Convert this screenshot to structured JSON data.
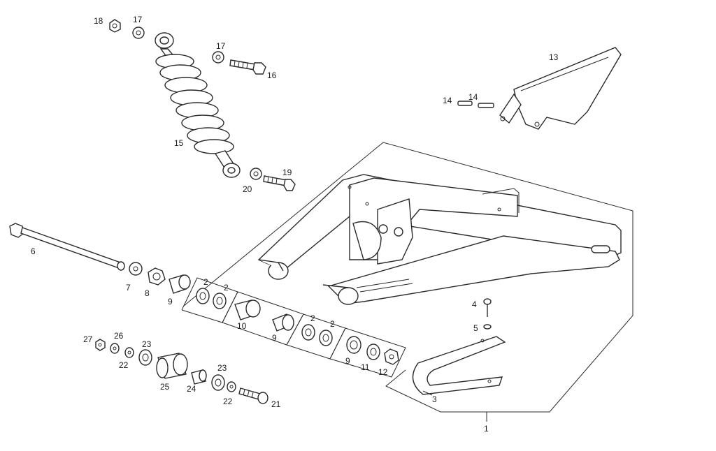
{
  "diagram": {
    "part_labels": [
      {
        "id": "p18",
        "text": "18"
      },
      {
        "id": "p17a",
        "text": "17"
      },
      {
        "id": "p17b",
        "text": "17"
      },
      {
        "id": "p16",
        "text": "16"
      },
      {
        "id": "p15",
        "text": "15"
      },
      {
        "id": "p19",
        "text": "19"
      },
      {
        "id": "p20",
        "text": "20"
      },
      {
        "id": "p13",
        "text": "13"
      },
      {
        "id": "p14a",
        "text": "14"
      },
      {
        "id": "p14b",
        "text": "14"
      },
      {
        "id": "p6",
        "text": "6"
      },
      {
        "id": "p7",
        "text": "7"
      },
      {
        "id": "p8",
        "text": "8"
      },
      {
        "id": "p9a",
        "text": "9"
      },
      {
        "id": "p2a",
        "text": "2"
      },
      {
        "id": "p2b",
        "text": "2"
      },
      {
        "id": "p10",
        "text": "10"
      },
      {
        "id": "p9b",
        "text": "9"
      },
      {
        "id": "p2c",
        "text": "2"
      },
      {
        "id": "p2d",
        "text": "2"
      },
      {
        "id": "p9c",
        "text": "9"
      },
      {
        "id": "p11",
        "text": "11"
      },
      {
        "id": "p12",
        "text": "12"
      },
      {
        "id": "p4",
        "text": "4"
      },
      {
        "id": "p5",
        "text": "5"
      },
      {
        "id": "p3",
        "text": "3"
      },
      {
        "id": "p1",
        "text": "1"
      },
      {
        "id": "p27",
        "text": "27"
      },
      {
        "id": "p26",
        "text": "26"
      },
      {
        "id": "p23a",
        "text": "23"
      },
      {
        "id": "p22a",
        "text": "22"
      },
      {
        "id": "p25",
        "text": "25"
      },
      {
        "id": "p24",
        "text": "24"
      },
      {
        "id": "p23b",
        "text": "23"
      },
      {
        "id": "p22b",
        "text": "22"
      },
      {
        "id": "p21",
        "text": "21"
      }
    ]
  }
}
